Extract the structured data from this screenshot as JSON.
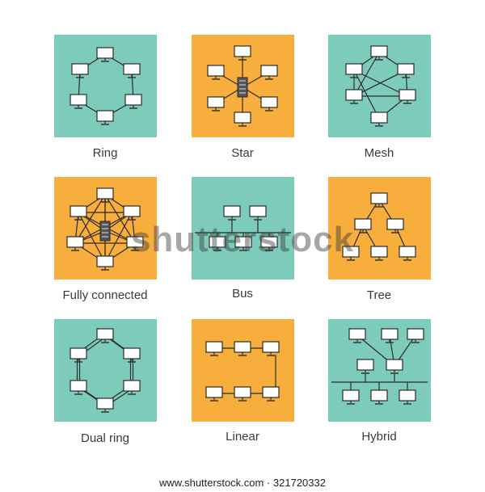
{
  "colors": {
    "teal": "#7dccbb",
    "orange": "#f7ae3c",
    "line": "#2b2b2b",
    "screen": "#ffffff"
  },
  "tiles": [
    {
      "label": "Ring",
      "color": "teal"
    },
    {
      "label": "Star",
      "color": "orange"
    },
    {
      "label": "Mesh",
      "color": "teal"
    },
    {
      "label": "Fully connected",
      "color": "orange"
    },
    {
      "label": "Bus",
      "color": "teal"
    },
    {
      "label": "Tree",
      "color": "orange"
    },
    {
      "label": "Dual ring",
      "color": "teal"
    },
    {
      "label": "Linear",
      "color": "orange"
    },
    {
      "label": "Hybrid",
      "color": "teal"
    }
  ],
  "watermark": "shutterstock",
  "footer": "www.shutterstock.com · 321720332"
}
